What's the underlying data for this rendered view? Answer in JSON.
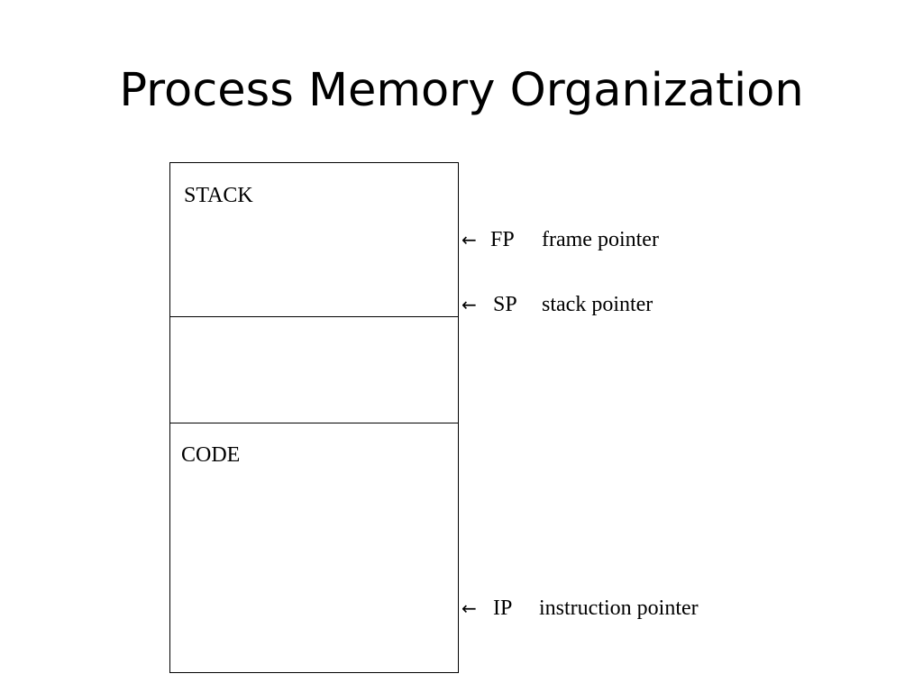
{
  "slide": {
    "title": "Process Memory Organization"
  },
  "diagram": {
    "segments": [
      {
        "label": "STACK"
      },
      {
        "label": ""
      },
      {
        "label": "CODE"
      }
    ],
    "pointers": [
      {
        "arrow": "←",
        "abbr": "FP",
        "description": "frame pointer"
      },
      {
        "arrow": "←",
        "abbr": "SP",
        "description": "stack pointer"
      },
      {
        "arrow": "←",
        "abbr": "IP",
        "description": "instruction pointer"
      }
    ]
  }
}
